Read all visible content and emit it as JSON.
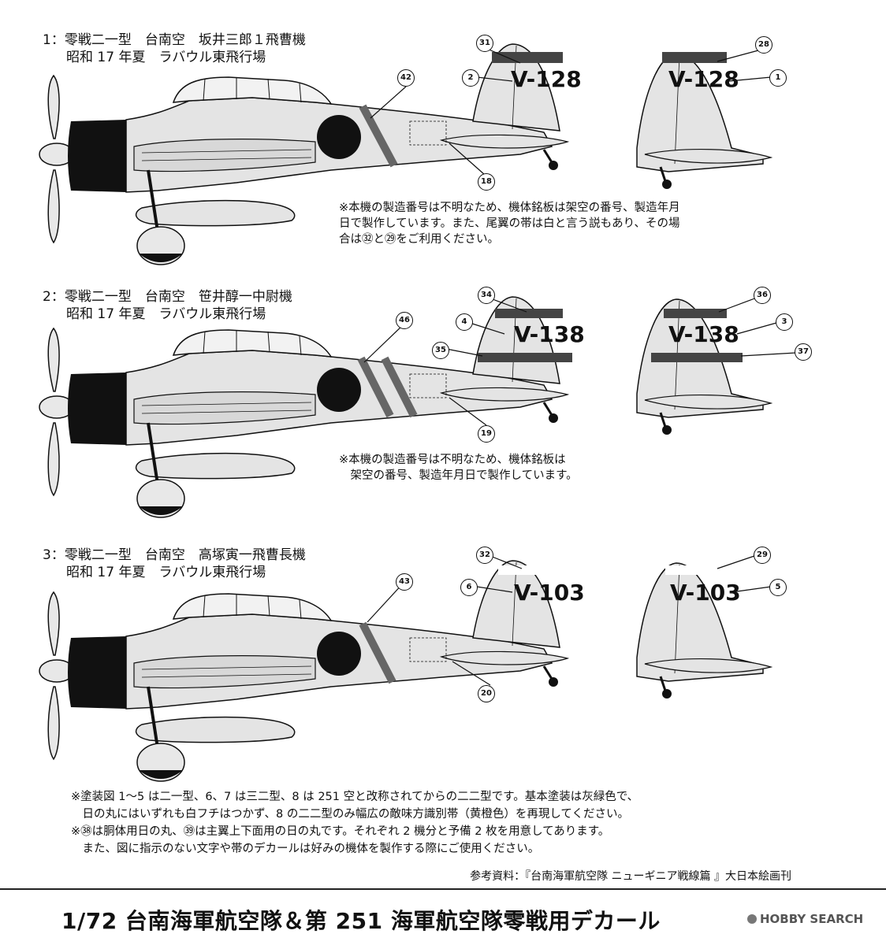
{
  "aircraft": [
    {
      "line1": "1：零戦二一型　台南空　坂井三郎１飛曹機",
      "line2": "昭和 17 年夏　ラバウル東飛行場",
      "tail_code_left": "V-128",
      "tail_code_right": "V-128",
      "callouts": {
        "fuselage_band": "42",
        "tail_band_left": "31",
        "code_left": "2",
        "plate": "18",
        "tail_band_right": "28",
        "code_right": "1"
      },
      "note_lines": [
        "※本機の製造番号は不明なため、機体銘板は架空の番号、製造年月",
        "日で製作しています。また、尾翼の帯は白と言う説もあり、その場",
        "合は㉜と㉙をご利用ください。"
      ]
    },
    {
      "line1": "2：零戦二一型　台南空　笹井醇一中尉機",
      "line2": "昭和 17 年夏　ラバウル東飛行場",
      "tail_code_left": "V-138",
      "tail_code_right": "V-138",
      "callouts": {
        "fuselage_band": "46",
        "tail_band_left": "34",
        "code_left": "4",
        "tail_band_left_low": "35",
        "plate": "19",
        "tail_band_right": "36",
        "code_right": "3",
        "tail_band_right_low": "37"
      },
      "note_lines": [
        "※本機の製造番号は不明なため、機体銘板は",
        "　架空の番号、製造年月日で製作しています。"
      ]
    },
    {
      "line1": "3：零戦二一型　台南空　高塚寅一飛曹長機",
      "line2": "昭和 17 年夏　ラバウル東飛行場",
      "tail_code_left": "V-103",
      "tail_code_right": "V-103",
      "callouts": {
        "fuselage_band": "43",
        "tail_band_left": "32",
        "code_left": "6",
        "plate": "20",
        "tail_band_right": "29",
        "code_right": "5"
      },
      "note_lines": []
    }
  ],
  "footnotes": [
    "※塗装図 1〜5 は二一型、6、7 は三二型、8 は 251 空と改称されてからの二二型です。基本塗装は灰緑色で、",
    "　日の丸にはいずれも白フチはつかず、8 の二二型のみ幅広の敵味方識別帯（黄橙色）を再現してください。",
    "※㊳は胴体用日の丸、㊴は主翼上下面用の日の丸です。それぞれ 2 機分と予備 2 枚を用意してあります。",
    "　また、図に指示のない文字や帯のデカールは好みの機体を製作する際にご使用ください。"
  ],
  "reference": "参考資料：『台南海軍航空隊 ニューギニア戦線篇 』大日本絵画刊",
  "main_title": "1/72 台南海軍航空隊＆第 251 海軍航空隊零戦用デカール",
  "watermark": "HOBBY SEARCH",
  "colors": {
    "hinomaru": "#111111",
    "cowling": "#111111",
    "airframe": "#e4e4e4",
    "band": "#7a7a7a"
  }
}
